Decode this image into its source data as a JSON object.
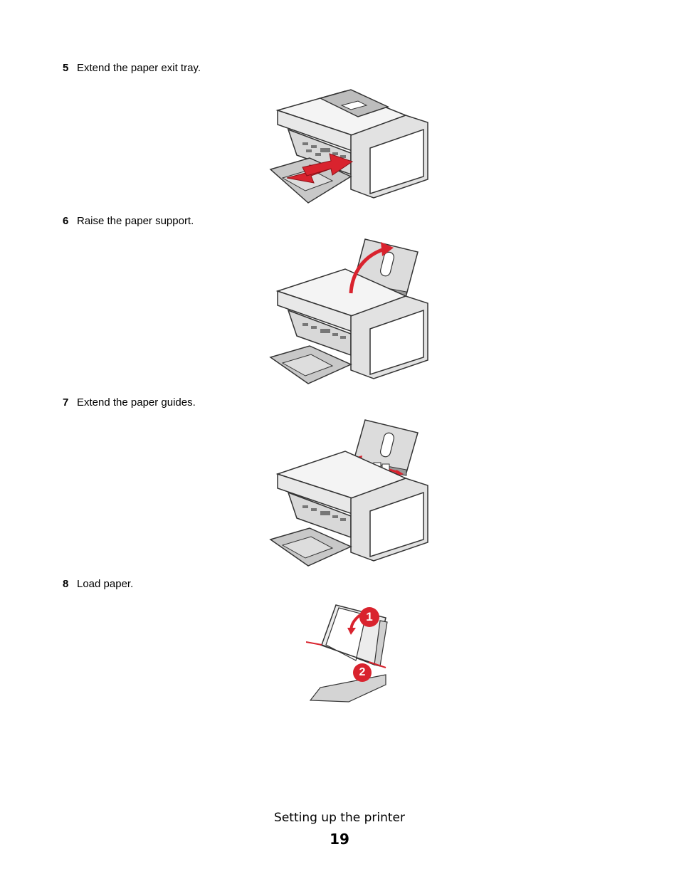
{
  "steps": [
    {
      "number": "5",
      "text": "Extend the paper exit tray."
    },
    {
      "number": "6",
      "text": "Raise the paper support."
    },
    {
      "number": "7",
      "text": "Extend the paper guides."
    },
    {
      "number": "8",
      "text": "Load paper."
    }
  ],
  "callouts": {
    "one": "1",
    "two": "2"
  },
  "footer": {
    "section_title": "Setting up the printer",
    "page_number": "19"
  },
  "colors": {
    "accent_red": "#d9232e",
    "outline": "#333333",
    "body_gray": "#e6e6e6"
  }
}
